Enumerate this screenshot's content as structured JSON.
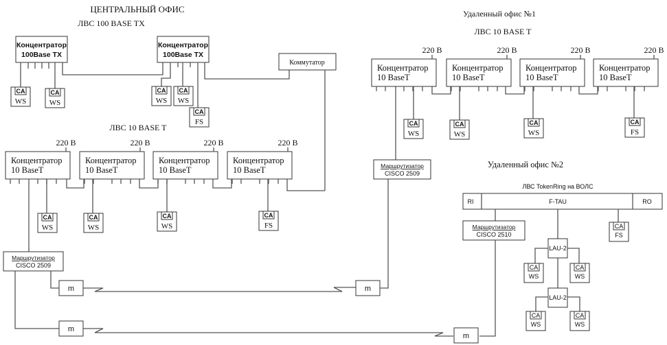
{
  "titles": {
    "central_office": "ЦЕНТРАЛЬНЫЙ ОФИС",
    "central_lan_100": "ЛВС 100 BASE TX",
    "central_lan_10": "ЛВС 10 BASE T",
    "remote1": "Удаленный офис №1",
    "remote1_lan": "ЛВС 10 BASE T",
    "remote2": "Удаленный офис №2",
    "remote2_lan": "ЛВС TokenRing на ВОЛС"
  },
  "labels": {
    "hub100_line1": "Концентратор",
    "hub100_line2": "100Base TX",
    "hub10_line1": "Концентратор",
    "hub10_line2": "10 BaseT",
    "switch": "Коммутатор",
    "power": "220 В",
    "ca": "CA",
    "ws": "WS",
    "fs": "FS",
    "router_line1": "Маршрутизатор",
    "router2509": "CISCO 2509",
    "router2510": "CISCO 2510",
    "modem": "m",
    "ri": "RI",
    "ftau": "F-TAU",
    "ro": "RO",
    "lau": "LAU-2"
  }
}
